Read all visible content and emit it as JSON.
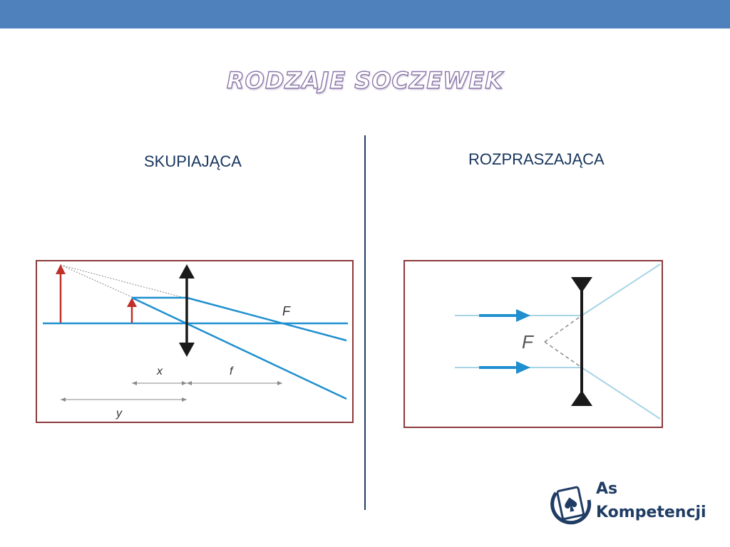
{
  "slide": {
    "title": "RODZAJE SOCZEWEK",
    "left_label": "SKUPIAJĄCA",
    "right_label": "ROZPRASZAJĄCA"
  },
  "converging_diagram": {
    "focal_label": "F",
    "x_label": "x",
    "f_label": "f",
    "y_label": "y"
  },
  "diverging_diagram": {
    "focal_label": "F"
  },
  "logo": {
    "line1": "As",
    "line2": "Kompetencji"
  },
  "colors": {
    "top_bar": "#4f81bd",
    "ray_blue": "#1f8fcf",
    "object_red": "#c0302a",
    "frame": "#8b3a3a",
    "text_navy": "#17365d"
  }
}
